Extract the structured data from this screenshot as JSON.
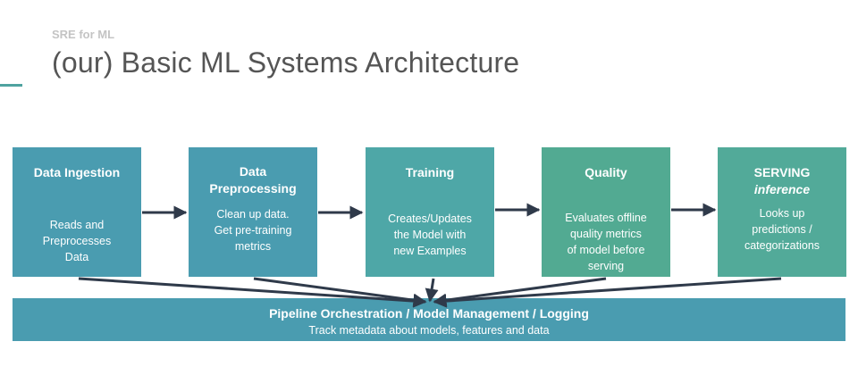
{
  "header": {
    "subtitle": "SRE for ML",
    "title": "(our) Basic ML Systems Architecture"
  },
  "colors": {
    "title_text": "#555555",
    "subtitle_text": "#c4c4c4",
    "accent": "#4fa3a0",
    "box_blue": "#4a9cb0",
    "box_teal": "#4ea7a7",
    "box_green": "#52aa92",
    "arrow": "#2f3a4a"
  },
  "stages": [
    {
      "title": "Data Ingestion",
      "title_sub": "",
      "desc": "Reads and\nPreprocesses\nData"
    },
    {
      "title": "Data\nPreprocessing",
      "title_sub": "",
      "desc": "Clean up data.\nGet pre-training\nmetrics"
    },
    {
      "title": "Training",
      "title_sub": "",
      "desc": "Creates/Updates\nthe Model with\nnew Examples"
    },
    {
      "title": "Quality",
      "title_sub": "",
      "desc": "Evaluates offline\nquality metrics\nof model before\nserving"
    },
    {
      "title": "SERVING",
      "title_sub": "inference",
      "desc": "Looks up\npredictions /\ncategorizations"
    }
  ],
  "pipeline": {
    "title": "Pipeline Orchestration / Model Management / Logging",
    "desc": "Track metadata about models, features and data"
  }
}
